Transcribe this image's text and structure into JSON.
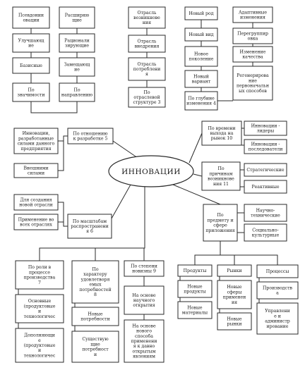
{
  "center": "ИННОВАЦИИ",
  "nodes": [
    {
      "id": "a1",
      "text": "Псевдонин\nовации"
    },
    {
      "id": "a2",
      "text": "Расширяю\nщие"
    },
    {
      "id": "a3",
      "text": "Улучшающ\nие"
    },
    {
      "id": "a4",
      "text": "Рационали\nзирующие"
    },
    {
      "id": "a5",
      "text": "Базисные"
    },
    {
      "id": "a6",
      "text": "Замещающ\nие"
    },
    {
      "id": "a7",
      "text": "По\nзначимости"
    },
    {
      "id": "a8",
      "text": "По\nнаправлению"
    },
    {
      "id": "b1",
      "text": "Отрасль\nвозникнове\nния"
    },
    {
      "id": "b2",
      "text": "Отрасль\nвнедрения"
    },
    {
      "id": "b3",
      "text": "Отрасль\nпотреблени\nя"
    },
    {
      "id": "b4",
      "text": "По\nотраслевой\nструктуре 3"
    },
    {
      "id": "c1",
      "text": "Новый род"
    },
    {
      "id": "c2",
      "text": "Новый вид"
    },
    {
      "id": "c3",
      "text": "Новое\nпоколение"
    },
    {
      "id": "c4",
      "text": "Новый\nвариант"
    },
    {
      "id": "c5",
      "text": "По глубине\nизменения 4"
    },
    {
      "id": "c6",
      "text": "Адаптивные\nизменения"
    },
    {
      "id": "c7",
      "text": "Перегруппир\nовка"
    },
    {
      "id": "c8",
      "text": "Изменение\nкачества"
    },
    {
      "id": "c9",
      "text": "Регенерирова\nние\nпервоначальн\nых способов"
    },
    {
      "id": "d1",
      "text": "Инновации,\nразработанные\nсилами данного\nпредприятия"
    },
    {
      "id": "d2",
      "text": "Внешними\nсилами"
    },
    {
      "id": "d3",
      "text": "По отношению\nк разработке 5"
    },
    {
      "id": "e1",
      "text": "По времени\nвыхода на\nрынок 10"
    },
    {
      "id": "e2",
      "text": "Инновации -\nлидеры"
    },
    {
      "id": "e3",
      "text": "Инновации -\nпоследователи"
    },
    {
      "id": "f1",
      "text": "По\nпричинам\nвозникнове\nния 11"
    },
    {
      "id": "f2",
      "text": "Стратегические"
    },
    {
      "id": "f3",
      "text": "Реактивные"
    },
    {
      "id": "g1",
      "text": "Для создания\nновой отрасли"
    },
    {
      "id": "g2",
      "text": "Применение во\nвсех отраслях"
    },
    {
      "id": "g3",
      "text": "По масштабам\nраспространени\nя 6"
    },
    {
      "id": "h1",
      "text": "По\nпредмету и\nсфере\nприложения"
    },
    {
      "id": "h2",
      "text": "Научно-\nтехнические"
    },
    {
      "id": "h3",
      "text": "Социально-\nкультурные"
    },
    {
      "id": "i1",
      "text": "По роли в\nпроцессе\nпроизводства\n7"
    },
    {
      "id": "i2",
      "text": "Основные\n(продуктовые\nи\nтехнологичес"
    },
    {
      "id": "i3",
      "text": "Дополняющи\nе\n(продуктовые\nи\nтехнологичес"
    },
    {
      "id": "j1",
      "text": "По\nхарактеру\nудовлетворя\nемых\nпотребностей\n8"
    },
    {
      "id": "j2",
      "text": "Новые\nпотребности"
    },
    {
      "id": "j3",
      "text": "Существую\nщие\nпотребност\nи"
    },
    {
      "id": "k1",
      "text": "По степени\nновизны 9"
    },
    {
      "id": "k2",
      "text": "На основе\nнаучного\nоткрытия"
    },
    {
      "id": "k3",
      "text": "На основе\nнового\nспособа\nприменени\nя к давно\nоткрытым\nявлениям"
    },
    {
      "id": "l1",
      "text": "Продукты"
    },
    {
      "id": "l2",
      "text": "Новые\nпродукты"
    },
    {
      "id": "l3",
      "text": "Новые\nматериалы"
    },
    {
      "id": "l4",
      "text": "Рынки"
    },
    {
      "id": "l5",
      "text": "Новые\nсферы\nприменен\nия"
    },
    {
      "id": "l6",
      "text": "Новые\nрынки"
    },
    {
      "id": "l7",
      "text": "Процессы"
    },
    {
      "id": "l8",
      "text": "Производств\nа"
    },
    {
      "id": "l9",
      "text": "Управлени\nе и\nадминистр\nирование"
    }
  ]
}
